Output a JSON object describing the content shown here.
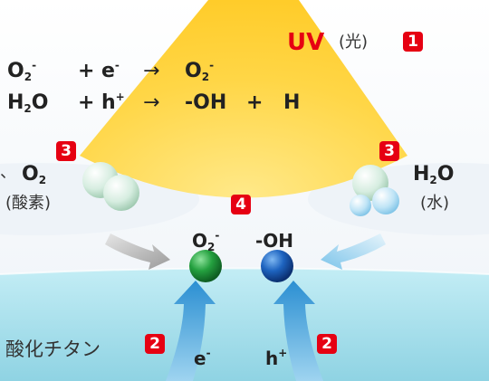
{
  "uv": {
    "label": "UV",
    "sub": "(光)",
    "badge": "1"
  },
  "equations": [
    {
      "lhs_a": "O",
      "lhs_a_sub": "2",
      "lhs_a_sup": "-",
      "plus": "+",
      "lhs_b": "e",
      "lhs_b_sup": "-",
      "arrow": "→",
      "rhs_a": "O",
      "rhs_a_sub": "2",
      "rhs_a_sup": "-"
    },
    {
      "lhs_a": "H",
      "lhs_a_sub": "2",
      "lhs_a_tail": "O",
      "plus": "+",
      "lhs_b": "h",
      "lhs_b_sup": "+",
      "arrow": "→",
      "rhs_a": "-OH",
      "plus2": "+",
      "rhs_b": "H"
    }
  ],
  "left_molecule": {
    "formula": "O",
    "formula_sub": "2",
    "name": "(酸素)",
    "badge": "3",
    "prefix": "、"
  },
  "right_molecule": {
    "formula": "H",
    "formula_sub": "2",
    "formula_tail": "O",
    "name": "(水)",
    "badge": "3"
  },
  "center": {
    "badge": "4",
    "o2_label": "O",
    "o2_sub": "2",
    "o2_sup": "-",
    "oh_label": "-OH"
  },
  "bottom": {
    "titanium_label": "酸化チタン",
    "badge_left": "2",
    "badge_right": "2",
    "e_label": "e",
    "e_sup": "-",
    "h_label": "h",
    "h_sup": "+"
  },
  "colors": {
    "uv_cone": "#ffd23a",
    "uv_text": "#e60012",
    "badge": "#e60012",
    "surface": "#aee3ee",
    "arrow": "#2f97d6",
    "o2_sphere": "#1f9a3a",
    "oh_sphere": "#1f5fb5"
  }
}
